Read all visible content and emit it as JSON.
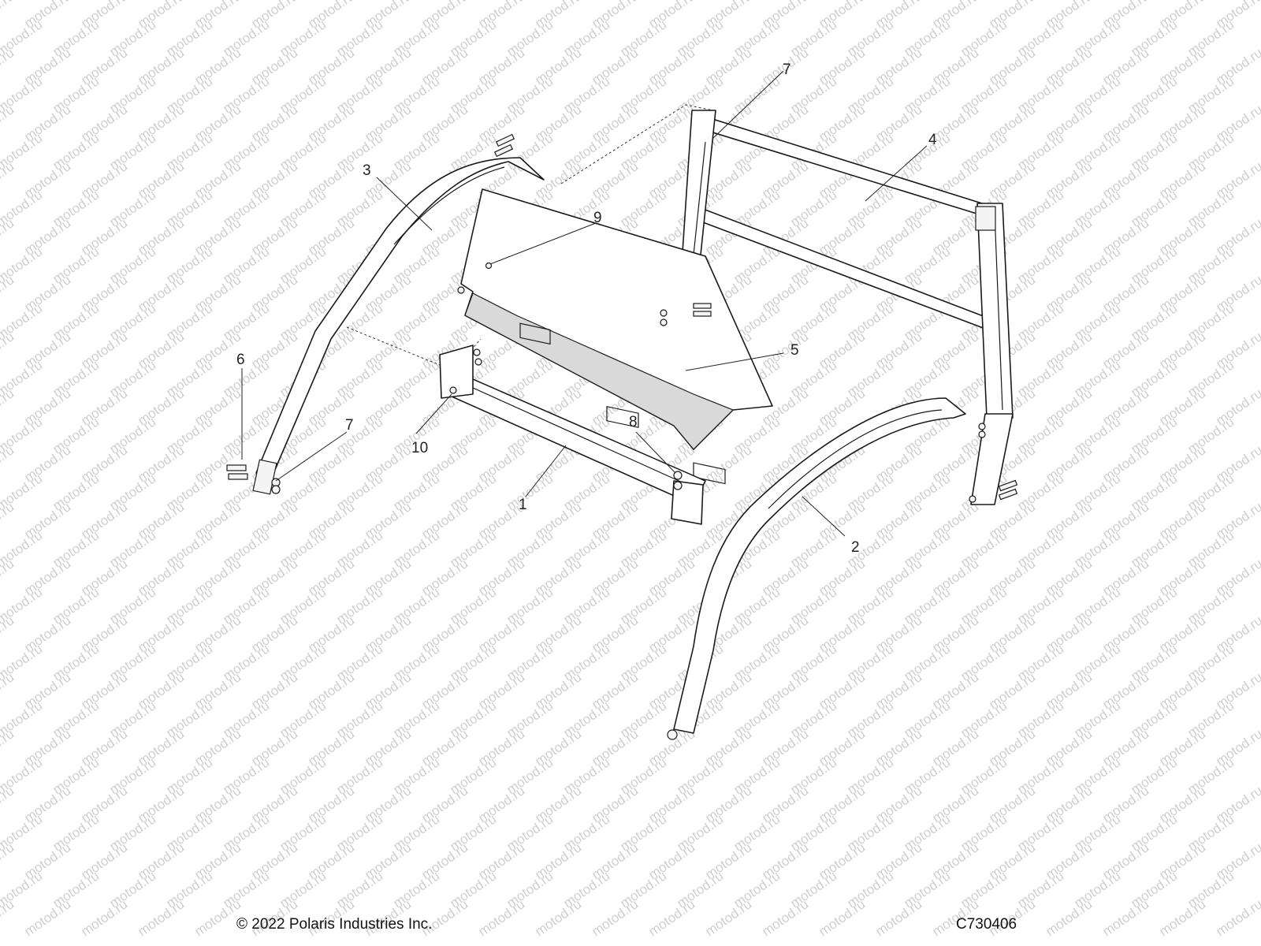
{
  "watermark": "motod.ru",
  "callouts": {
    "c1": "1",
    "c2": "2",
    "c3": "3",
    "c4": "4",
    "c5": "5",
    "c6": "6",
    "c7a": "7",
    "c7b": "7",
    "c8": "8",
    "c9": "9",
    "c10": "10"
  },
  "footer": {
    "copyright": "© 2022 Polaris Industries Inc.",
    "drawing_number": "C730406"
  }
}
